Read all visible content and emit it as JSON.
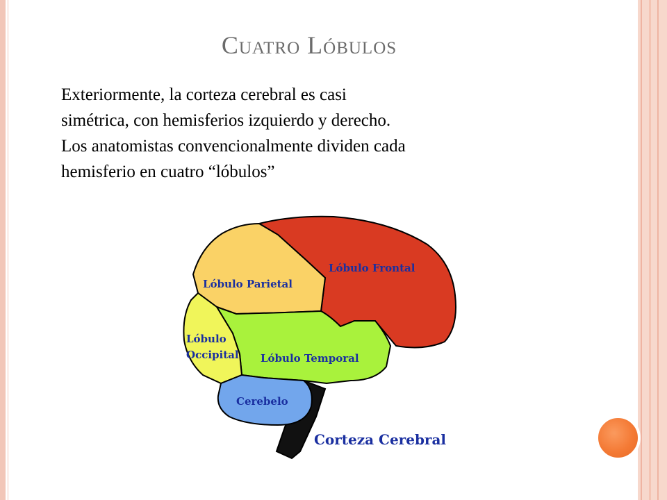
{
  "slide": {
    "title": "Cuatro Lóbulos",
    "paragraph_lines": [
      "Exteriormente, la corteza cerebral es casi",
      "simétrica, con hemisferios izquierdo y derecho.",
      "Los anatomistas convencionalmente dividen cada",
      "hemisferio en cuatro “lóbulos”"
    ]
  },
  "diagram": {
    "labels": {
      "frontal": "Lóbulo Frontal",
      "parietal": "Lóbulo Parietal",
      "occipital_line1": "Lóbulo",
      "occipital_line2": "Occipital",
      "temporal": "Lóbulo Temporal",
      "cerebelo": "Cerebelo",
      "caption": "Corteza Cerebral"
    },
    "colors": {
      "frontal": "#d93a22",
      "parietal": "#fad266",
      "occipital": "#f0f55a",
      "temporal": "#a9f23c",
      "cerebelo": "#72a6ec",
      "brainstem": "#111111",
      "label": "#1a2fa0"
    }
  },
  "theme": {
    "accent_orange": "#f47a35",
    "border_peach": "#f7d8cc",
    "title_color": "#6b6b6b"
  }
}
